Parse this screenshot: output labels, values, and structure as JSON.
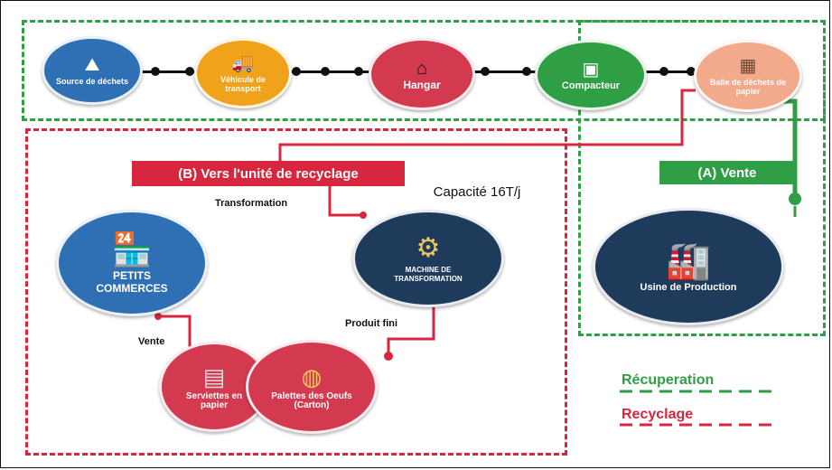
{
  "colors": {
    "green": "#2f9e44",
    "red": "#d7263d",
    "blue": "#2f6fb4",
    "navy": "#1f3b5c",
    "orange": "#f0a21b",
    "crimson": "#d43a4f",
    "peach": "#f2a98c"
  },
  "chain": {
    "source": {
      "label": "Source de déchets",
      "icon": "waste-pile-icon"
    },
    "transport": {
      "label": "Véhicule de transport",
      "icon": "truck-icon"
    },
    "hangar": {
      "label": "Hangar",
      "icon": "warehouse-icon"
    },
    "compactor": {
      "label": "Compacteur",
      "icon": "compactor-icon"
    },
    "bales": {
      "label": "Balle de déchets de papier",
      "icon": "paper-bale-icon"
    }
  },
  "banners": {
    "recycling": "(B) Vers l'unité de recyclage",
    "sale": "(A) Vente"
  },
  "machine": {
    "label": "MACHINE DE TRANSFORMATION",
    "capacity": "Capacité 16T/j",
    "icon": "machine-icon"
  },
  "shops": {
    "label": "PETITS COMMERCES",
    "icon": "shop-icon"
  },
  "factory": {
    "label": "Usine de Production",
    "icon": "factory-icon"
  },
  "napkins": {
    "label": "Serviettes en papier",
    "icon": "tissue-box-icon"
  },
  "eggs": {
    "label": "Palettes des Oeufs (Carton)",
    "icon": "egg-tray-icon"
  },
  "flow_labels": {
    "transformation": "Transformation",
    "finished": "Produit fini",
    "sale": "Vente"
  },
  "legend": {
    "recovery": "Récuperation",
    "recycling": "Recyclage"
  }
}
